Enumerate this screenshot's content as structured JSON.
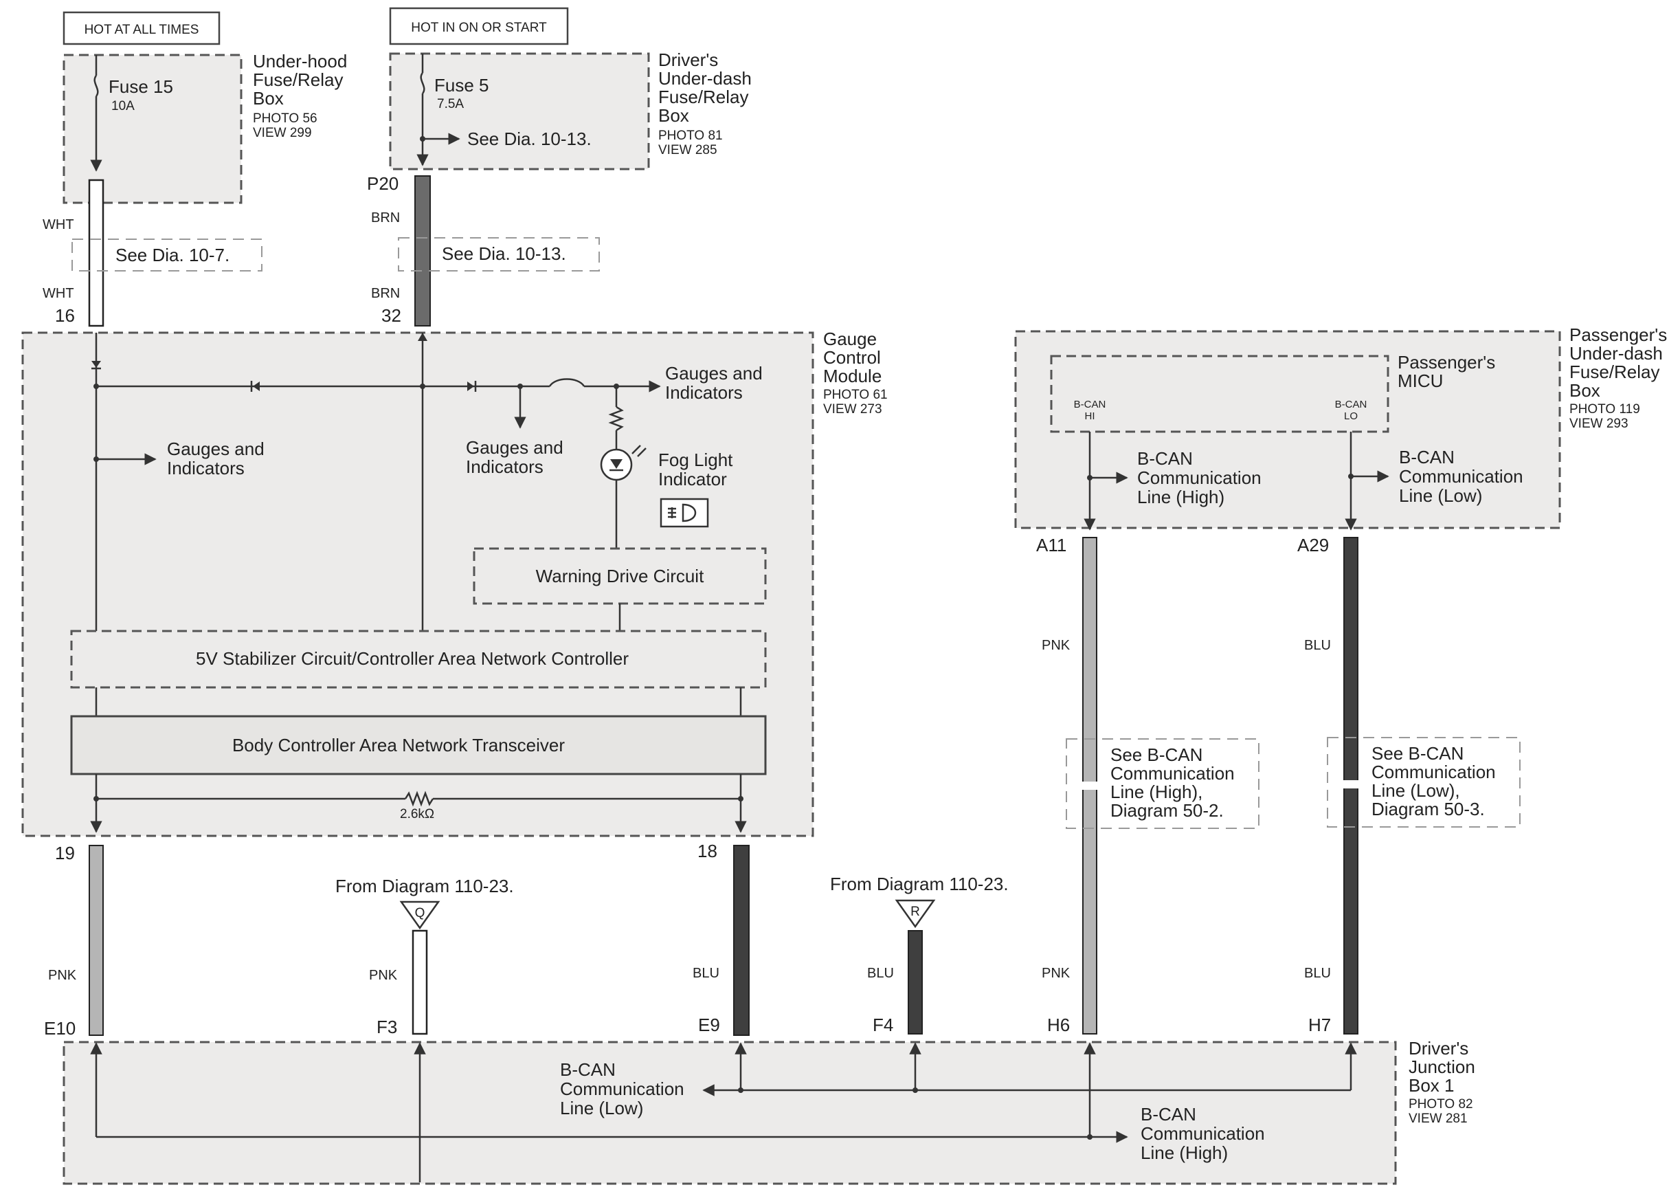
{
  "labels": {
    "hot_at_all_times": "HOT AT ALL TIMES",
    "hot_in_on": "HOT IN ON OR START",
    "underhood_box": [
      "Under-hood",
      "Fuse/Relay",
      "Box"
    ],
    "underhood_photo": [
      "PHOTO 56",
      "VIEW 299"
    ],
    "fuse15": "Fuse 15",
    "fuse15_amp": "10A",
    "driver_underdash_box": [
      "Driver's",
      "Under-dash",
      "Fuse/Relay",
      "Box"
    ],
    "driver_underdash_photo": [
      "PHOTO 81",
      "VIEW 285"
    ],
    "fuse5": "Fuse 5",
    "fuse5_amp": "7.5A",
    "see_dia_10_13_a": "See Dia. 10-13.",
    "see_dia_10_7": "See Dia. 10-7.",
    "see_dia_10_13_b": "See Dia. 10-13.",
    "gauge_module": [
      "Gauge",
      "Control",
      "Module"
    ],
    "gauge_photo": [
      "PHOTO 61",
      "VIEW 273"
    ],
    "gauges_indicators_top": [
      "Gauges and",
      "Indicators"
    ],
    "gauges_indicators_left": [
      "Gauges and",
      "Indicators"
    ],
    "gauges_indicators_mid": [
      "Gauges and",
      "Indicators"
    ],
    "fog_light": [
      "Fog Light",
      "Indicator"
    ],
    "warning_drive": "Warning Drive Circuit",
    "stabilizer": "5V Stabilizer Circuit/Controller Area Network Controller",
    "transceiver": "Body Controller Area Network Transceiver",
    "resistor": "2.6kΩ",
    "passenger_box": [
      "Passenger's",
      "Under-dash",
      "Fuse/Relay",
      "Box"
    ],
    "passenger_photo": [
      "PHOTO 119",
      "VIEW 293"
    ],
    "passenger_micu": [
      "Passenger's",
      "MICU"
    ],
    "bcan_hi_tag": [
      "B-CAN",
      "HI"
    ],
    "bcan_lo_tag": [
      "B-CAN",
      "LO"
    ],
    "bcan_high_line": [
      "B-CAN",
      "Communication",
      "Line (High)"
    ],
    "bcan_low_line": [
      "B-CAN",
      "Communication",
      "Line (Low)"
    ],
    "see_bcan_high": [
      "See B-CAN",
      "Communication",
      "Line (High),",
      "Diagram 50-2."
    ],
    "see_bcan_low": [
      "See B-CAN",
      "Communication",
      "Line (Low),",
      "Diagram 50-3."
    ],
    "from_diagram_q": "From Diagram 110-23.",
    "from_diagram_r": "From Diagram 110-23.",
    "connector_q": "Q",
    "connector_r": "R",
    "junction_box": [
      "Driver's",
      "Junction",
      "Box 1"
    ],
    "junction_photo": [
      "PHOTO 82",
      "VIEW 281"
    ],
    "jb_bcan_low": [
      "B-CAN",
      "Communication",
      "Line (Low)"
    ],
    "jb_bcan_high": [
      "B-CAN",
      "Communication",
      "Line (High)"
    ]
  },
  "pins": {
    "p16": "16",
    "p32": "32",
    "p20": "P20",
    "a11": "A11",
    "a29": "A29",
    "p19": "19",
    "p18": "18",
    "e10": "E10",
    "f3": "F3",
    "e9": "E9",
    "f4": "F4",
    "h6": "H6",
    "h7": "H7"
  },
  "wires": {
    "wht1": "WHT",
    "wht2": "WHT",
    "brn1": "BRN",
    "brn2": "BRN",
    "pnk_a11": "PNK",
    "blu_a29": "BLU",
    "pnk_19": "PNK",
    "pnk_f3": "PNK",
    "blu_18": "BLU",
    "blu_f4": "BLU",
    "pnk_h6": "PNK",
    "blu_h7": "BLU"
  },
  "colors": {
    "wht": "#ffffff",
    "brn": "#6b6b6b",
    "pnk": "#b5b5b5",
    "blu": "#3f3f3f"
  }
}
